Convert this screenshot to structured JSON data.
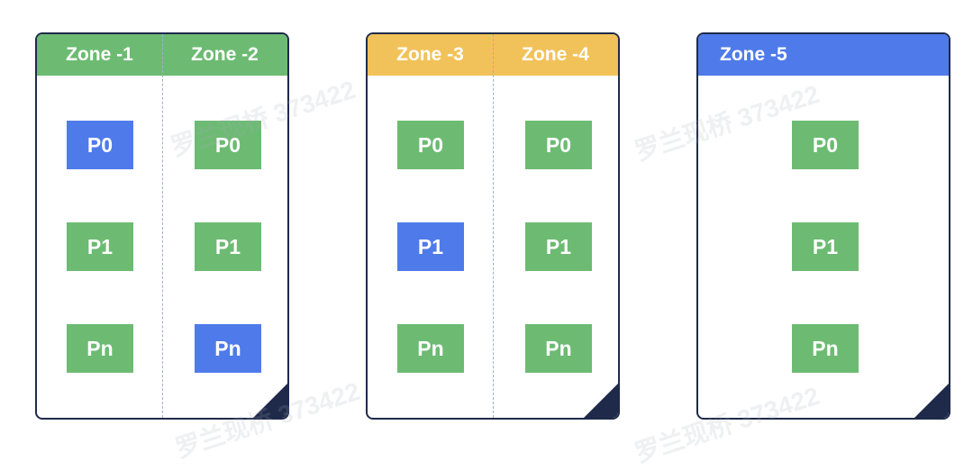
{
  "colors": {
    "green": "#6dbb73",
    "blue": "#4f7bea",
    "yellow": "#f2c25a",
    "border": "#1f2a4a",
    "divider": "#9fb0c6"
  },
  "cards": [
    {
      "header_color": "#6dbb73",
      "zones": [
        {
          "label": "Zone -1",
          "partitions": [
            {
              "label": "P0",
              "color": "#4f7bea"
            },
            {
              "label": "P1",
              "color": "#6dbb73"
            },
            {
              "label": "Pn",
              "color": "#6dbb73"
            }
          ]
        },
        {
          "label": "Zone -2",
          "partitions": [
            {
              "label": "P0",
              "color": "#6dbb73"
            },
            {
              "label": "P1",
              "color": "#6dbb73"
            },
            {
              "label": "Pn",
              "color": "#4f7bea"
            }
          ]
        }
      ]
    },
    {
      "header_color": "#f2c25a",
      "zones": [
        {
          "label": "Zone -3",
          "partitions": [
            {
              "label": "P0",
              "color": "#6dbb73"
            },
            {
              "label": "P1",
              "color": "#4f7bea"
            },
            {
              "label": "Pn",
              "color": "#6dbb73"
            }
          ]
        },
        {
          "label": "Zone -4",
          "partitions": [
            {
              "label": "P0",
              "color": "#6dbb73"
            },
            {
              "label": "P1",
              "color": "#6dbb73"
            },
            {
              "label": "Pn",
              "color": "#6dbb73"
            }
          ]
        }
      ]
    },
    {
      "header_color": "#4f7bea",
      "zones": [
        {
          "label": "Zone -5",
          "partitions": [
            {
              "label": "P0",
              "color": "#6dbb73"
            },
            {
              "label": "P1",
              "color": "#6dbb73"
            },
            {
              "label": "Pn",
              "color": "#6dbb73"
            }
          ]
        }
      ]
    }
  ],
  "watermark": "罗兰现桥 373422"
}
